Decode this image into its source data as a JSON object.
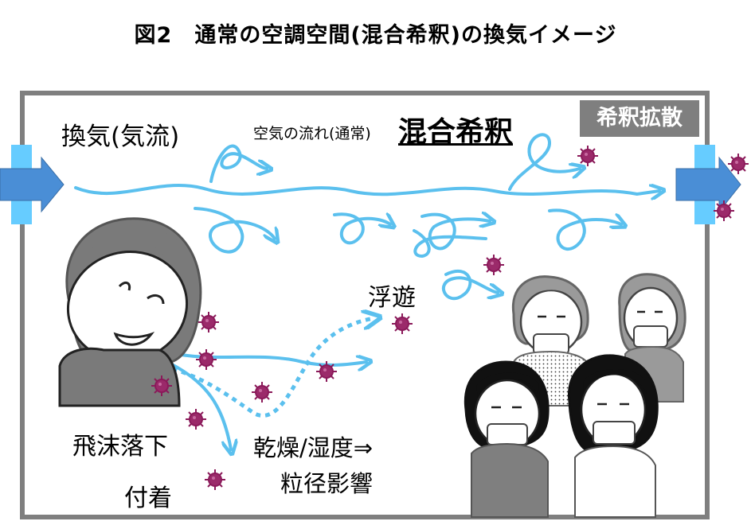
{
  "title": "図2　通常の空調空間(混合希釈)の換気イメージ",
  "labels": {
    "airflow": "換気(気流)",
    "flow_normal": "空気の流れ(通常)",
    "mixing": "混合希釈",
    "badge": "希釈拡散",
    "floating": "浮遊",
    "droplet_fall": "飛沫落下",
    "attach": "付着",
    "dryness": "乾燥/湿度⇒",
    "particle_size": "粒径影響"
  },
  "colors": {
    "airflow": "#5bc0ee",
    "arrow_blue": "#4a8ed6",
    "duct": "#66ccff",
    "virus": "#8b1a5a",
    "badge": "#7f7f7f",
    "frame": "#7f7f7f"
  }
}
